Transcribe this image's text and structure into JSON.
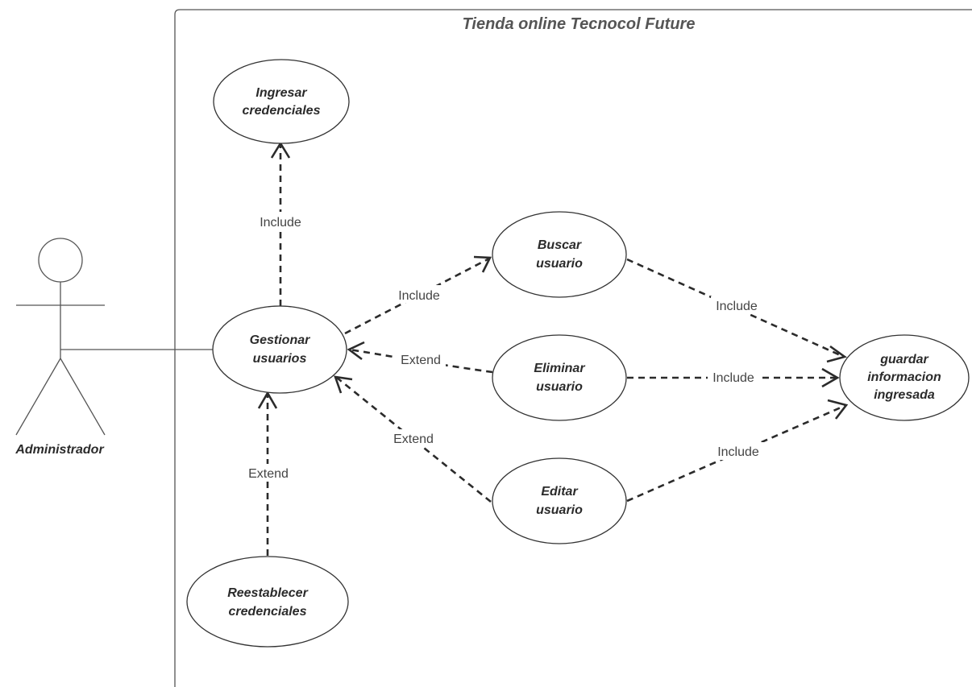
{
  "system": {
    "title": "Tienda online Tecnocol Future"
  },
  "actor": {
    "name": "Administrador"
  },
  "use_cases": {
    "ingresar": [
      "Ingresar",
      "credenciales"
    ],
    "gestionar": [
      "Gestionar",
      "usuarios"
    ],
    "buscar": [
      "Buscar",
      "usuario"
    ],
    "eliminar": [
      "Eliminar",
      "usuario"
    ],
    "editar": [
      "Editar",
      "usuario"
    ],
    "reestablecer": [
      "Reestablecer",
      "credenciales"
    ],
    "guardar": [
      "guardar",
      "informacion",
      "ingresada"
    ]
  },
  "relations": {
    "gestionar_ingresar": "Include",
    "gestionar_buscar": "Include",
    "eliminar_gestionar": "Extend",
    "editar_gestionar": "Extend",
    "reestablecer_gestionar": "Extend",
    "buscar_guardar": "Include",
    "eliminar_guardar": "Include",
    "editar_guardar": "Include"
  }
}
